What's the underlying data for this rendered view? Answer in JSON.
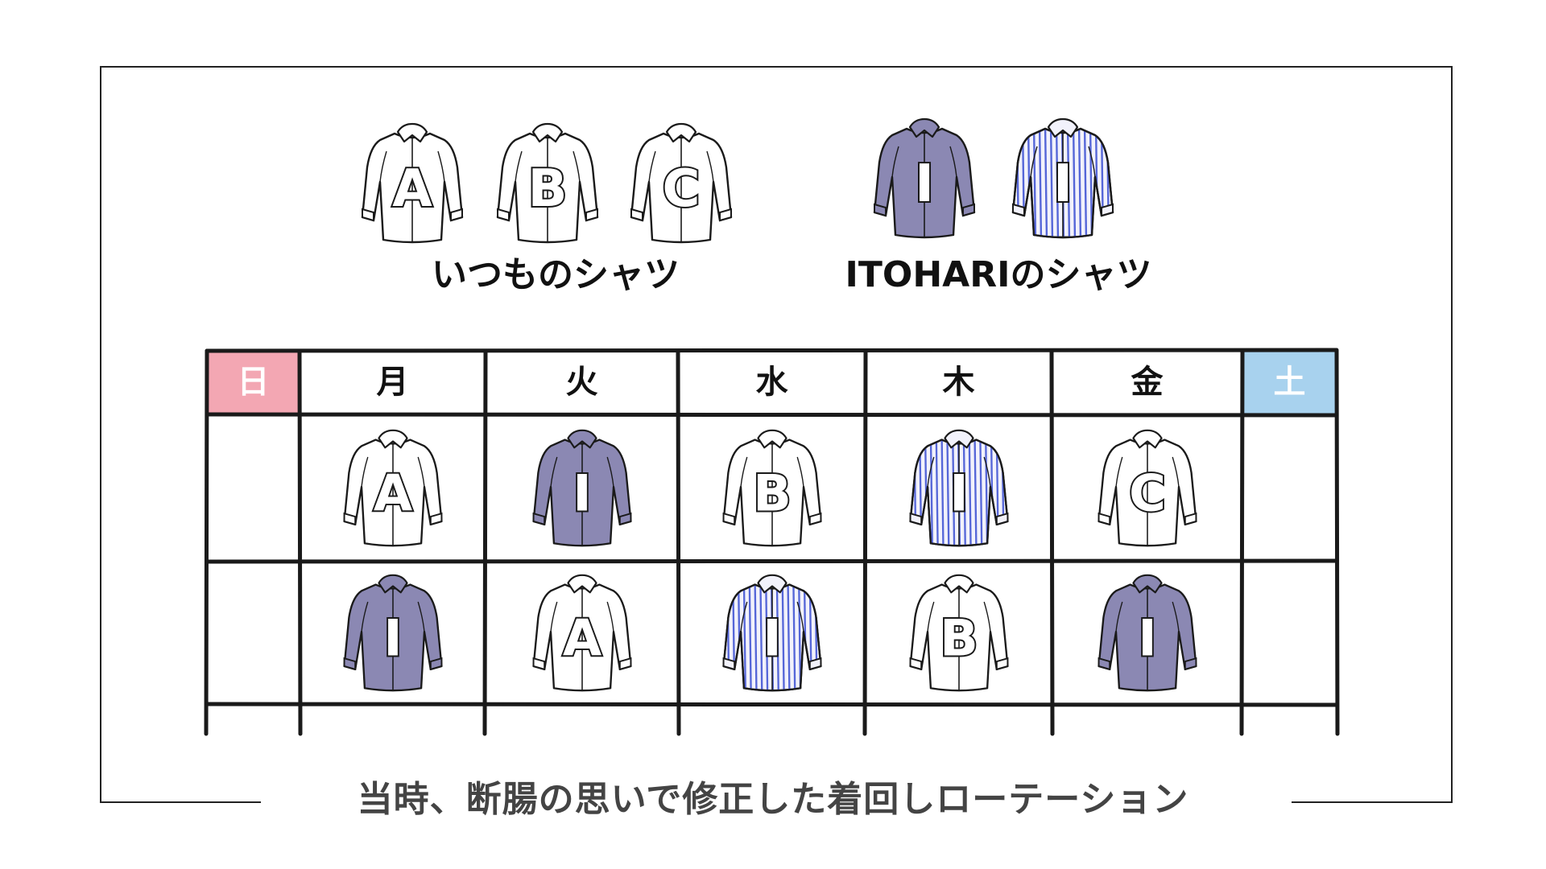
{
  "palette": {
    "sunday_bg": "#f3a7b3",
    "saturday_bg": "#a8d2ee",
    "purple_shirt": "#8b88b3",
    "stripe_blue": "#5566d8",
    "stripe_bg": "#f2f2fb",
    "white_shirt": "#ffffff",
    "line": "#1a1a1a"
  },
  "legend": {
    "everyday": {
      "label": "いつものシャツ",
      "shirts": [
        {
          "letter": "A",
          "style": "white"
        },
        {
          "letter": "B",
          "style": "white"
        },
        {
          "letter": "C",
          "style": "white"
        }
      ]
    },
    "itohari": {
      "label": "ITOHARIのシャツ",
      "shirts": [
        {
          "letter": "I",
          "style": "purple"
        },
        {
          "letter": "I",
          "style": "striped"
        }
      ]
    }
  },
  "calendar": {
    "days": [
      "日",
      "月",
      "火",
      "水",
      "木",
      "金",
      "土"
    ],
    "weeks": [
      [
        null,
        {
          "letter": "A",
          "style": "white"
        },
        {
          "letter": "I",
          "style": "purple"
        },
        {
          "letter": "B",
          "style": "white"
        },
        {
          "letter": "I",
          "style": "striped"
        },
        {
          "letter": "C",
          "style": "white"
        },
        null
      ],
      [
        null,
        {
          "letter": "I",
          "style": "purple"
        },
        {
          "letter": "A",
          "style": "white"
        },
        {
          "letter": "I",
          "style": "striped"
        },
        {
          "letter": "B",
          "style": "white"
        },
        {
          "letter": "I",
          "style": "purple"
        },
        null
      ]
    ]
  },
  "caption": "当時、断腸の思いで修正した着回しローテーション"
}
